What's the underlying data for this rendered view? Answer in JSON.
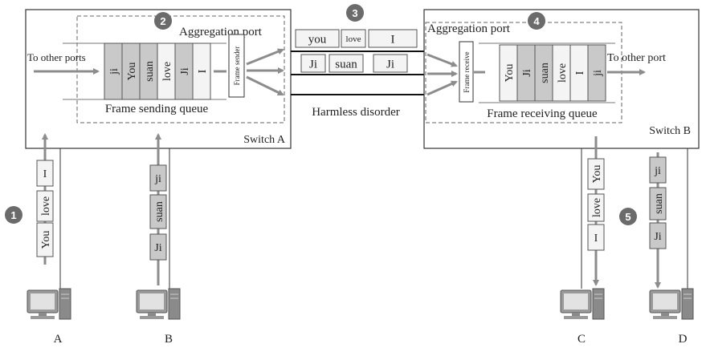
{
  "switches": {
    "a": {
      "label": "Switch A",
      "port_label": "Aggregation port",
      "queue_label": "Frame sending queue",
      "to_other": "To other ports",
      "processor": "Frame sender"
    },
    "b": {
      "label": "Switch B",
      "port_label": "Aggregation port",
      "queue_label": "Frame receiving queue",
      "to_other": "To other port",
      "processor": "Frame receive"
    }
  },
  "steps": [
    "1",
    "2",
    "3",
    "4",
    "5"
  ],
  "send_queue": [
    {
      "text": "ji",
      "shade": "gray"
    },
    {
      "text": "You",
      "shade": "gray"
    },
    {
      "text": "suan",
      "shade": "gray"
    },
    {
      "text": "love",
      "shade": "light"
    },
    {
      "text": "Ji",
      "shade": "gray"
    },
    {
      "text": "I",
      "shade": "light"
    }
  ],
  "recv_queue": [
    {
      "text": "You",
      "shade": "light"
    },
    {
      "text": "Ji",
      "shade": "gray"
    },
    {
      "text": "suan",
      "shade": "gray"
    },
    {
      "text": "love",
      "shade": "light"
    },
    {
      "text": "I",
      "shade": "light"
    },
    {
      "text": "ji",
      "shade": "gray"
    }
  ],
  "links": {
    "top": [
      "you",
      "love",
      "I"
    ],
    "middle": [
      "Ji",
      "suan",
      "Ji"
    ],
    "caption": "Harmless disorder"
  },
  "hosts": {
    "a": {
      "label": "A",
      "frames": [
        "I",
        "love",
        "You"
      ]
    },
    "b": {
      "label": "B",
      "frames": [
        "ji",
        "suan",
        "Ji"
      ]
    },
    "c": {
      "label": "C",
      "frames": [
        "You",
        "love",
        "I"
      ]
    },
    "d": {
      "label": "D",
      "frames": [
        "ji",
        "suan",
        "Ji"
      ]
    }
  },
  "colors": {
    "gray": "#c9c9c9",
    "light": "#f4f4f4",
    "arrow": "#8c8c8c",
    "circle": "#6b6b6b"
  }
}
